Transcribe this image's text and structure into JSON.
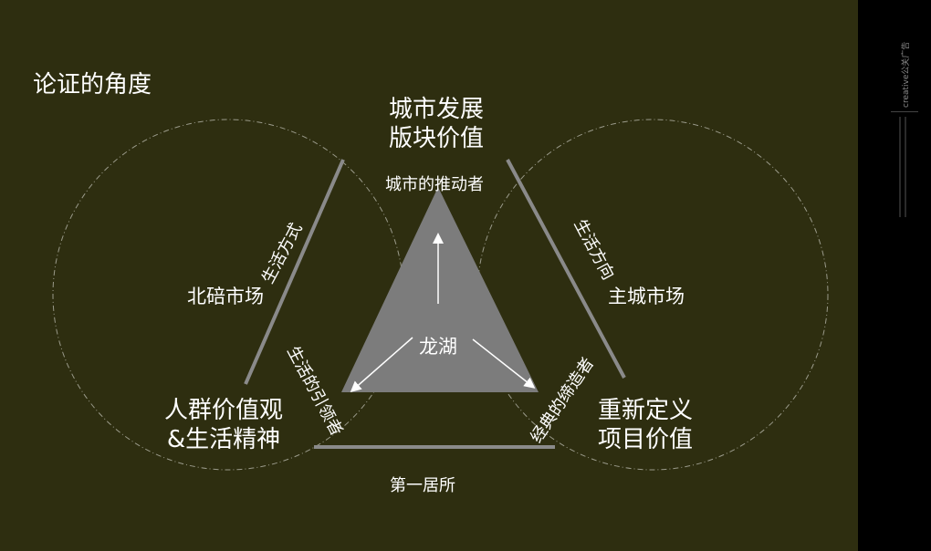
{
  "slide": {
    "title": "论证的角度",
    "top_node": [
      "城市发展",
      "版块价值"
    ],
    "left_bottom_node": [
      "人群价值观",
      "&生活精神"
    ],
    "right_bottom_node": [
      "重新定义",
      "项目价值"
    ],
    "left_market": "北碚市场",
    "right_market": "主城市场",
    "center": "龙湖",
    "top_role": "城市的推动者",
    "left_side_label": "生活方式",
    "right_side_label": "生活方向",
    "left_role": "生活的引领者",
    "right_role": "经典的缔造者",
    "bottom_label": "第一居所"
  },
  "brand": {
    "logo_text": "creative公关广告"
  },
  "colors": {
    "background": "#2e2e10",
    "triangle_fill": "#7c7c7c",
    "line": "#8a8a8a",
    "text": "#ffffff"
  }
}
